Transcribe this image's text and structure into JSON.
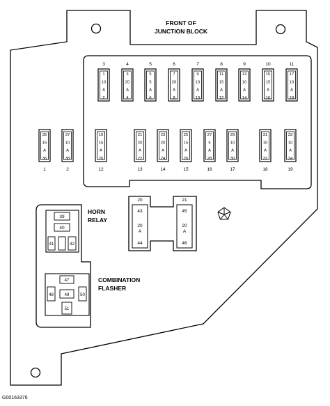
{
  "title": {
    "line1": "FRONT OF",
    "line2": "JUNCTION BLOCK"
  },
  "horn_relay": {
    "line1": "HORN",
    "line2": "RELAY"
  },
  "flasher": {
    "line1": "COMBINATION",
    "line2": "FLASHER"
  },
  "image_code": "G00163376",
  "top_fuses": [
    {
      "pos": "3",
      "t": "1",
      "m": [
        "10",
        "A"
      ],
      "b": "2"
    },
    {
      "pos": "4",
      "t": "3",
      "m": [
        "20",
        "A"
      ],
      "b": "4"
    },
    {
      "pos": "5",
      "t": "5",
      "m": [
        "5",
        "A"
      ],
      "b": "6"
    },
    {
      "pos": "6",
      "t": "7",
      "m": [
        "20",
        "A"
      ],
      "b": "8"
    },
    {
      "pos": "7",
      "t": "9",
      "m": [
        "10",
        "A"
      ],
      "b": "10"
    },
    {
      "pos": "8",
      "t": "11",
      "m": [
        "15",
        "A"
      ],
      "b": "12"
    },
    {
      "pos": "9",
      "t": "13",
      "m": [
        "10",
        "A"
      ],
      "b": "14"
    },
    {
      "pos": "10",
      "t": "15",
      "m": [
        "15",
        "A"
      ],
      "b": "16"
    },
    {
      "pos": "11",
      "t": "17",
      "m": [
        "10",
        "A"
      ],
      "b": "18"
    }
  ],
  "mid_fuses": [
    {
      "pos": "1",
      "t": "35",
      "m": [
        "15",
        "A"
      ],
      "b": "36"
    },
    {
      "pos": "2",
      "t": "37",
      "m": [
        "10",
        "A"
      ],
      "b": "38"
    },
    {
      "pos": "12",
      "t": "19",
      "m": [
        "15",
        "A"
      ],
      "b": "20"
    },
    {
      "pos": "13",
      "t": "21",
      "m": [
        "20",
        "A"
      ],
      "b": "22"
    },
    {
      "pos": "14",
      "t": "23",
      "m": [
        "20",
        "A"
      ],
      "b": "24"
    },
    {
      "pos": "15",
      "t": "25",
      "m": [
        "15",
        "A"
      ],
      "b": "26"
    },
    {
      "pos": "16",
      "t": "27",
      "m": [
        "5",
        "A"
      ],
      "b": "28"
    },
    {
      "pos": "17",
      "t": "29",
      "m": [
        "10",
        "A"
      ],
      "b": "30"
    },
    {
      "pos": "18",
      "t": "31",
      "m": [
        "10",
        "A"
      ],
      "b": "32"
    },
    {
      "pos": "19",
      "t": "33",
      "m": [
        "10",
        "A"
      ],
      "b": "34"
    }
  ],
  "maxi_fuses": {
    "left": {
      "top": "20",
      "t": "43",
      "m": [
        "20",
        "A"
      ],
      "b": "44"
    },
    "right": {
      "top": "21",
      "t": "45",
      "m": [
        "20",
        "A"
      ],
      "b": "46"
    }
  },
  "horn_terminals": [
    "39",
    "40",
    "41",
    "42"
  ],
  "flasher_terminals": [
    "47",
    "48",
    "49",
    "50",
    "51"
  ]
}
